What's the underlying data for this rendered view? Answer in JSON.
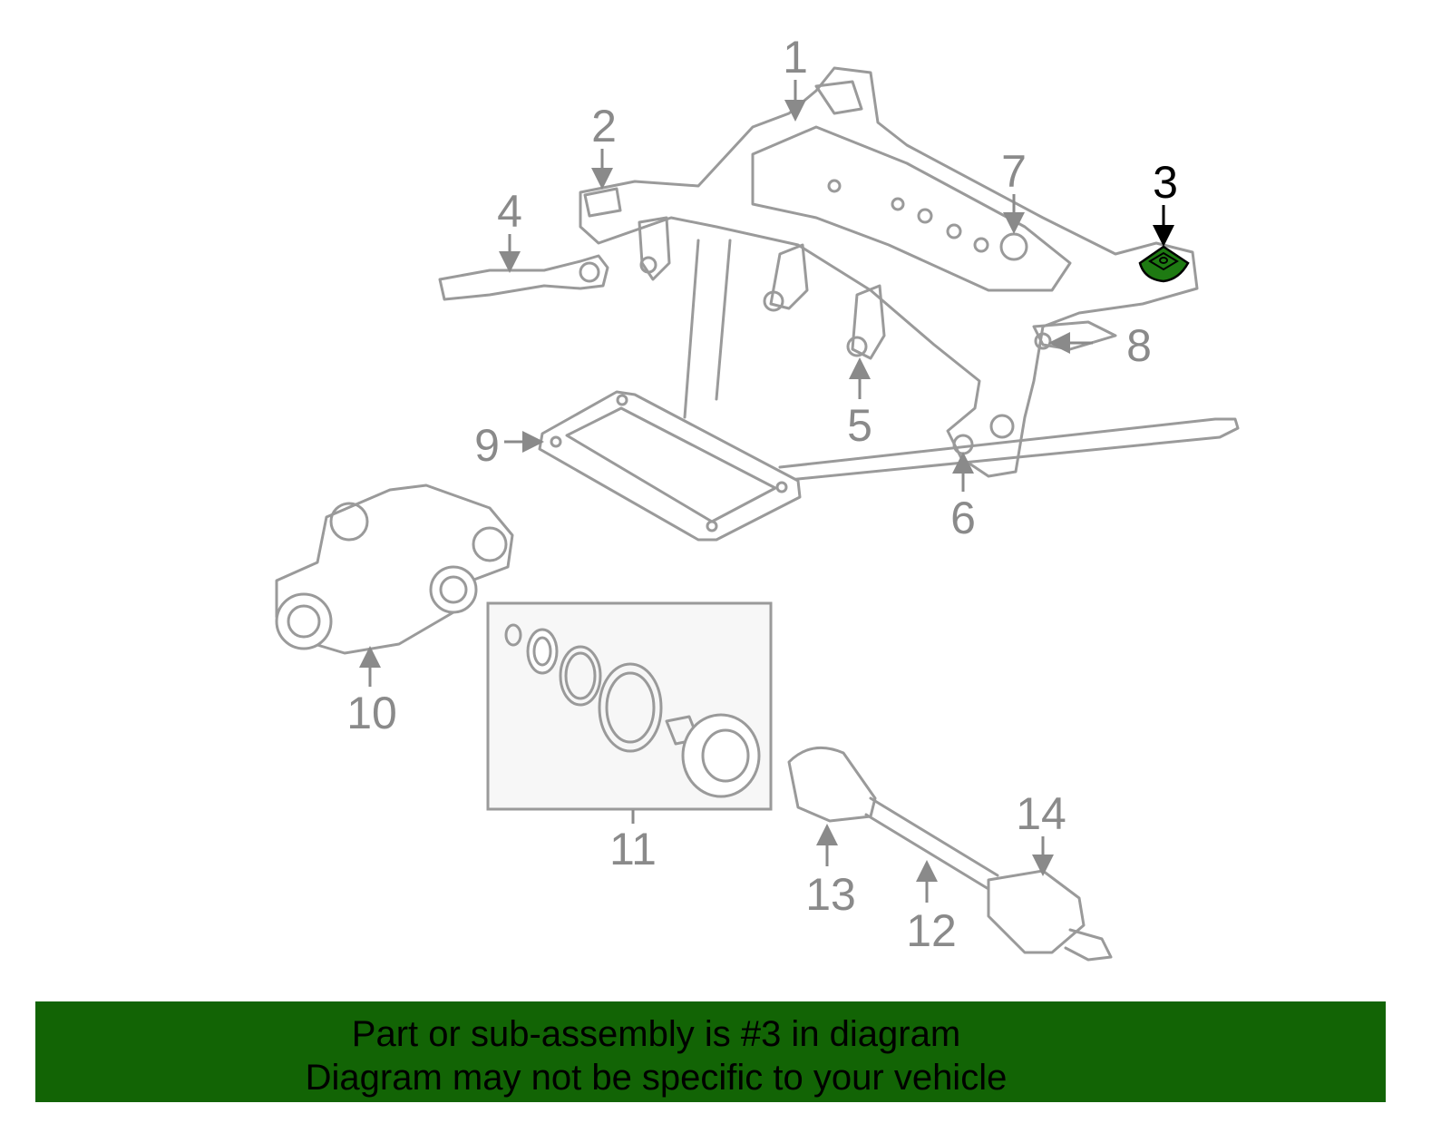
{
  "diagram": {
    "highlighted_part": "3",
    "highlight_color": "#1e7a12",
    "callouts": [
      "1",
      "2",
      "3",
      "4",
      "5",
      "6",
      "7",
      "8",
      "9",
      "10",
      "11",
      "12",
      "13",
      "14"
    ]
  },
  "banner": {
    "line1": "Part or sub-assembly is #3 in diagram",
    "line2": "Diagram may not be specific to your vehicle",
    "background": "#126405"
  }
}
